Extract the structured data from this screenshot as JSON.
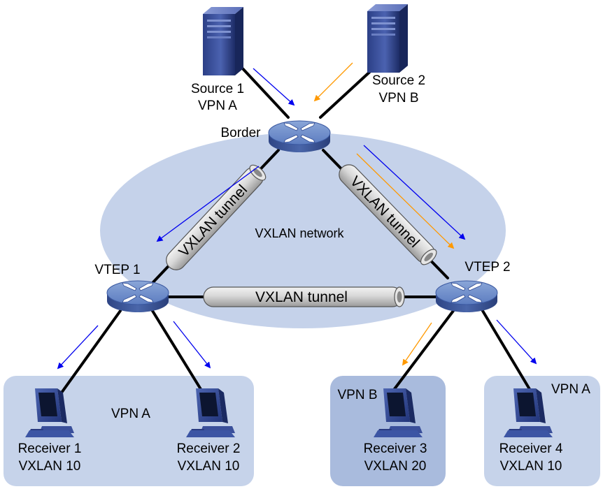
{
  "network": {
    "label": "VXLAN network"
  },
  "devices": {
    "border": {
      "label": "Border"
    },
    "vtep1": {
      "label": "VTEP 1"
    },
    "vtep2": {
      "label": "VTEP 2"
    }
  },
  "sources": [
    {
      "name": "Source 1",
      "vpn": "VPN A"
    },
    {
      "name": "Source 2",
      "vpn": "VPN B"
    }
  ],
  "tunnels": {
    "left": "VXLAN tunnel",
    "right": "VXLAN tunnel",
    "bottom": "VXLAN tunnel"
  },
  "groups": {
    "vpn_a_left": "VPN A",
    "vpn_b": "VPN B",
    "vpn_a_right": "VPN A"
  },
  "receivers": [
    {
      "name": "Receiver 1",
      "vxlan": "VXLAN 10"
    },
    {
      "name": "Receiver 2",
      "vxlan": "VXLAN 10"
    },
    {
      "name": "Receiver 3",
      "vxlan": "VXLAN 20"
    },
    {
      "name": "Receiver 4",
      "vxlan": "VXLAN 10"
    }
  ],
  "colors": {
    "cloud": "#c5d2ea",
    "group_light": "#c6d3ea",
    "group_dark": "#a9bbdd",
    "link": "#000000",
    "flow_vpn_a": "#0000ee",
    "flow_vpn_b": "#ff9900",
    "device": "#4f6fae"
  }
}
